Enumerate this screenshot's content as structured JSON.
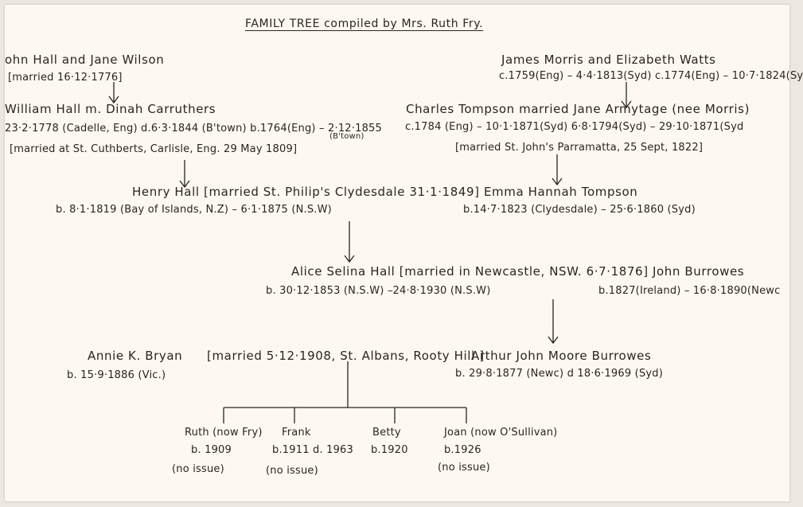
{
  "title": "FAMILY TREE compiled by Mrs. Ruth Fry.",
  "gen1": {
    "left_couple": "ohn Hall and Jane Wilson",
    "left_married": "[married 16·12·1776]",
    "right_couple": "James Morris and Elizabeth Watts",
    "right_dates": "c.1759(Eng) – 4·4·1813(Syd) c.1774(Eng) – 10·7·1824(Sy"
  },
  "gen2": {
    "left_couple": "William Hall m. Dinah Carruthers",
    "left_dates": "23·2·1778 (Cadelle, Eng) d.6·3·1844 (B'town) b.1764(Eng) – 2·12·1855",
    "left_btown": "(B'town)",
    "left_married": "[married at St. Cuthberts, Carlisle, Eng. 29 May 1809]",
    "right_couple": "Charles Tompson married Jane Armytage (nee Morris)",
    "right_dates": "c.1784 (Eng) – 10·1·1871(Syd)      6·8·1794(Syd) – 29·10·1871(Syd",
    "right_married": "[married St. John's Parramatta, 25 Sept, 1822]"
  },
  "gen3": {
    "line": "Henry Hall [married St. Philip's Clydesdale 31·1·1849] Emma Hannah Tompson",
    "left_dates": "b. 8·1·1819 (Bay of Islands, N.Z) – 6·1·1875 (N.S.W)",
    "right_dates": "b.14·7·1823 (Clydesdale) – 25·6·1860 (Syd)"
  },
  "gen4": {
    "line": "Alice Selina Hall [married in Newcastle, NSW. 6·7·1876] John Burrowes",
    "left_dates": "b. 30·12·1853 (N.S.W) –24·8·1930 (N.S.W)",
    "right_dates": "b.1827(Ireland) – 16·8·1890(Newc"
  },
  "gen5": {
    "left_name": "Annie K. Bryan",
    "married": "[married 5·12·1908, St. Albans, Rooty Hill ]",
    "right_name": "Arthur John Moore Burrowes",
    "left_dates": "b. 15·9·1886 (Vic.)",
    "right_dates": "b. 29·8·1877 (Newc) d 18·6·1969 (Syd)"
  },
  "children": [
    {
      "name": "Ruth (now Fry)",
      "dates": "b. 1909",
      "note": "(no issue)"
    },
    {
      "name": "Frank",
      "dates": "b.1911 d. 1963",
      "note": "(no issue)"
    },
    {
      "name": "Betty",
      "dates": "b.1920",
      "note": ""
    },
    {
      "name": "Joan (now O'Sullivan)",
      "dates": "b.1926",
      "note": "(no issue)"
    }
  ]
}
